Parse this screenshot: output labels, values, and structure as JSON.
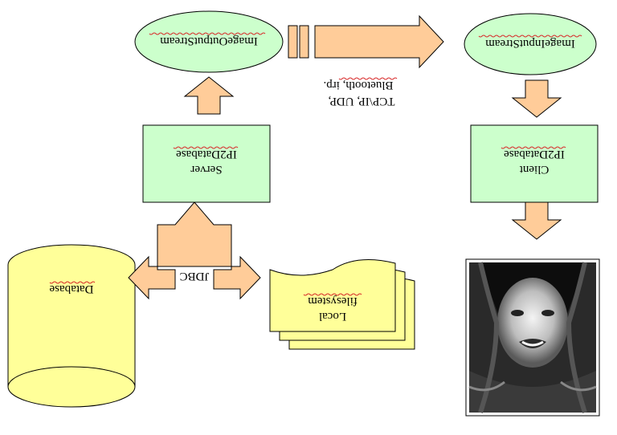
{
  "diagram": {
    "server_box": {
      "line1": "Server",
      "line2": "IP2Database"
    },
    "client_box": {
      "line1": "Client",
      "line2": "IP2Database"
    },
    "output_stream": {
      "label": "ImageOutputStream"
    },
    "input_stream": {
      "label": "ImageInputStream"
    },
    "protocols": {
      "line1": "TCP\\IP, UDP,",
      "line2": "Bluetooth, irp."
    },
    "jdbc": {
      "label": "JDBC"
    },
    "database": {
      "label": "Database"
    },
    "local_fs": {
      "line1": "Local",
      "line2": "filesystem"
    },
    "image": {
      "description": "photo-of-person"
    }
  },
  "colors": {
    "ellipse_fill": "#ccffcc",
    "box_fill": "#ccffcc",
    "arrow_fill": "#ffcc99",
    "yellow_fill": "#ffff99",
    "stroke": "#000000"
  }
}
